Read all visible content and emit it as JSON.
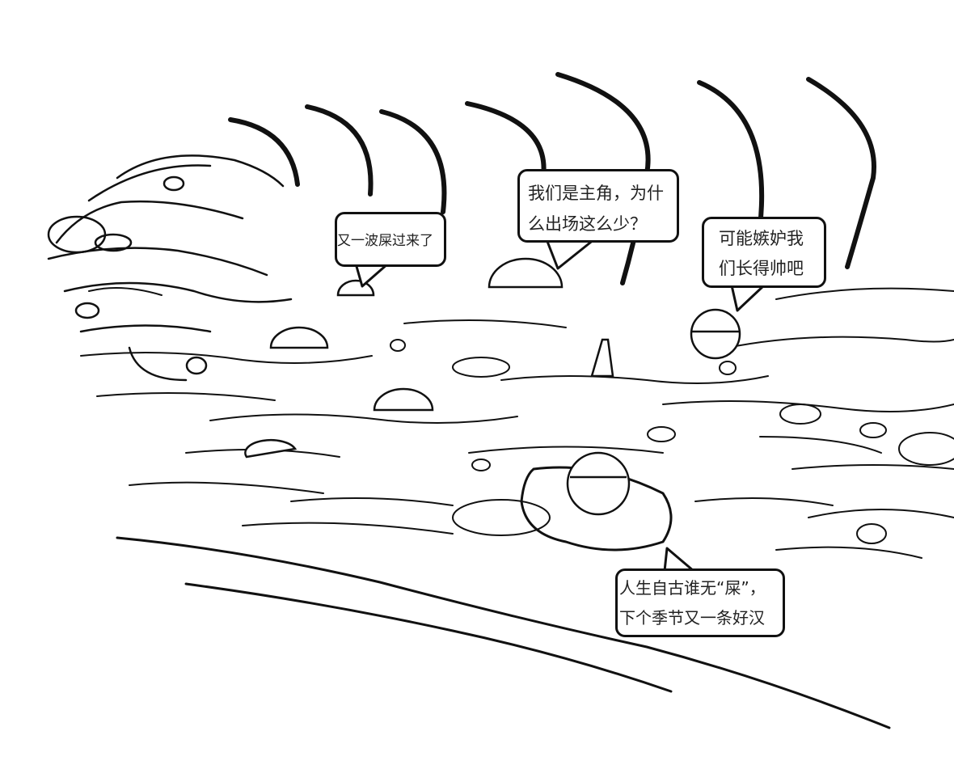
{
  "comic": {
    "bubbles": [
      {
        "lines": [
          "又一波屎过来了"
        ]
      },
      {
        "lines": [
          "我们是主角，为什",
          "么出场这么少？"
        ]
      },
      {
        "lines": [
          "可能嫉妒我",
          "们长得帅吧"
        ]
      },
      {
        "lines": [
          "人生自古谁无“屎”，",
          "下个季节又一条好汉"
        ]
      }
    ],
    "ink_color": "#111111",
    "paper_color": "#ffffff"
  }
}
